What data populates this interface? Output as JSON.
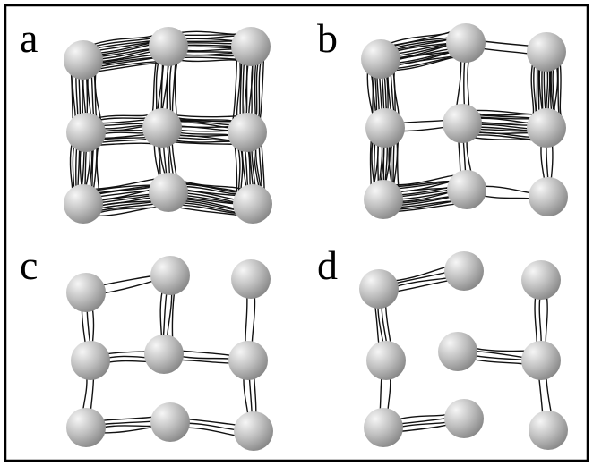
{
  "figure": {
    "panels": [
      {
        "label": "a",
        "bonds": "dense"
      },
      {
        "label": "b",
        "bonds": "partially-dense"
      },
      {
        "label": "c",
        "bonds": "sparse"
      },
      {
        "label": "d",
        "bonds": "sparse"
      }
    ],
    "colors": {
      "border": "#000000",
      "sphere_light": "#f4f4f4",
      "sphere_dark": "#8a8a8a",
      "chain": "#111111",
      "background": "#ffffff"
    }
  }
}
